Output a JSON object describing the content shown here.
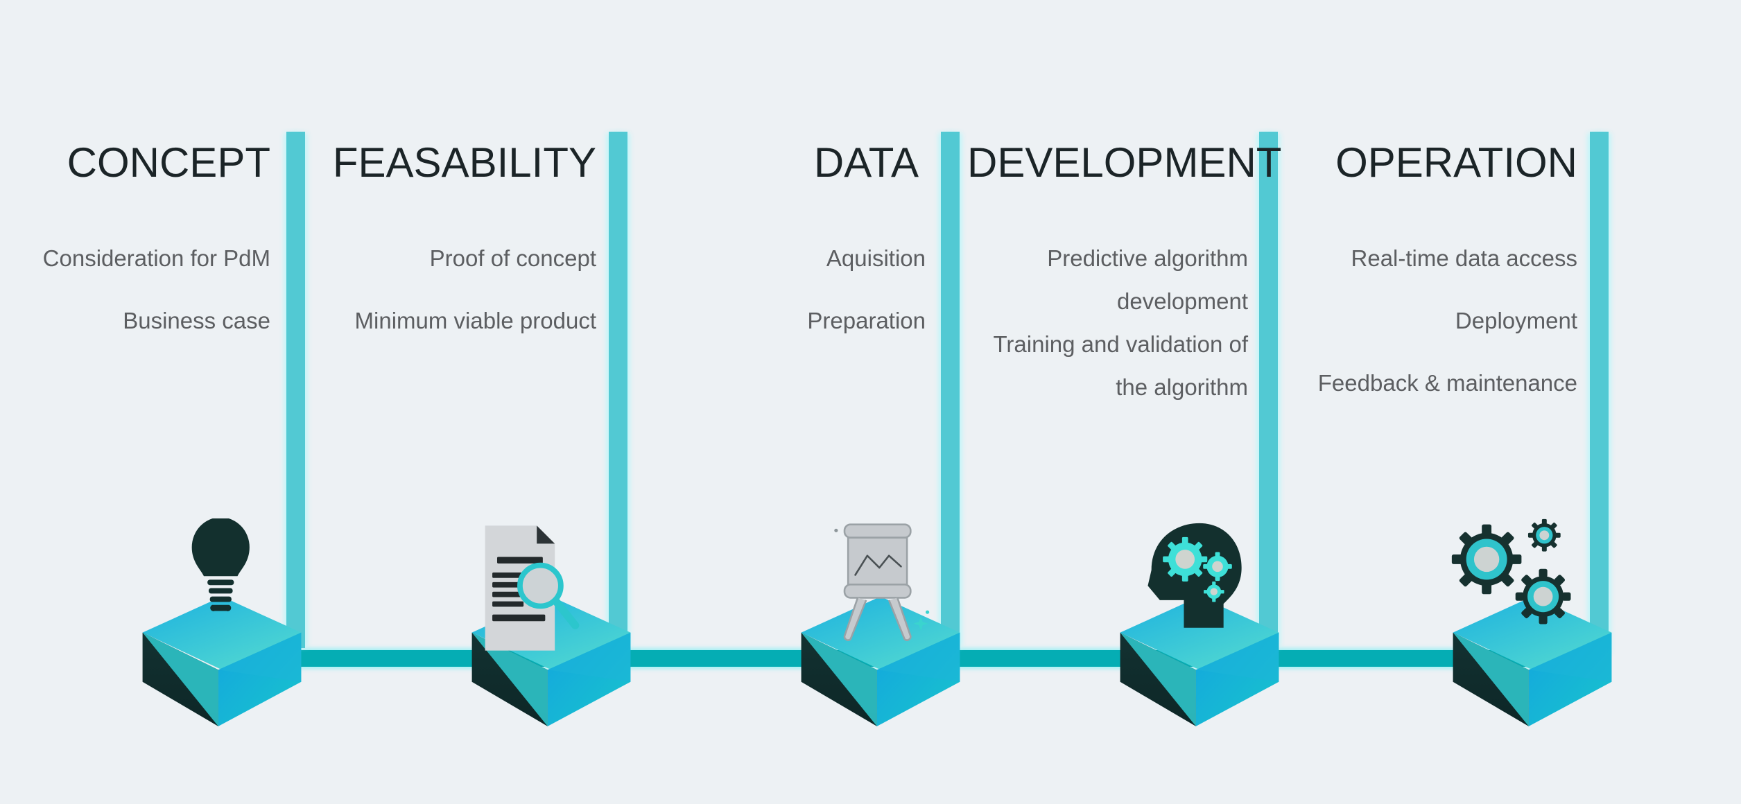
{
  "diagram": {
    "title_text": "",
    "colors": {
      "background": "#edf1f4",
      "vertical_bar": "#52c9d3",
      "baseline": "#05adb4",
      "heading_text": "#1b2427",
      "body_text": "#5c5e61",
      "box_dark": "#17302f",
      "box_blue": "#1aa6dd",
      "box_teal": "#36c9c4"
    },
    "stages": [
      {
        "id": "concept",
        "title": "CONCEPT",
        "items": [
          "Consideration for PdM",
          "Business case"
        ],
        "icon": "lightbulb-icon"
      },
      {
        "id": "feasability",
        "title": "FEASABILITY",
        "items": [
          "Proof of concept",
          "Minimum viable product"
        ],
        "icon": "document-magnifier-icon"
      },
      {
        "id": "data",
        "title": "DATA",
        "items": [
          "Aquisition",
          "Preparation"
        ],
        "icon": "chart-easel-icon"
      },
      {
        "id": "development",
        "title": "DEVELOPMENT",
        "items": [
          "Predictive algorithm development",
          "Training and validation of the algorithm"
        ],
        "icon": "head-gears-icon"
      },
      {
        "id": "operation",
        "title": "OPERATION",
        "items": [
          "Real-time data access",
          "Deployment",
          "Feedback & maintenance"
        ],
        "icon": "gears-icon"
      }
    ]
  }
}
